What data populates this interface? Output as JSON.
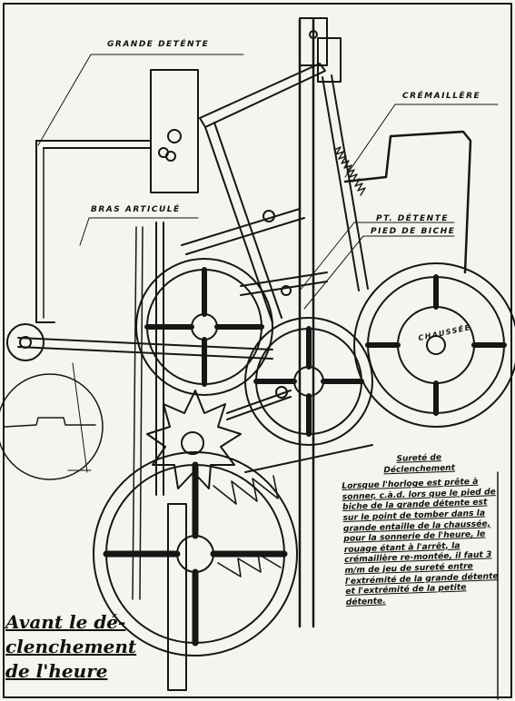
{
  "labels": {
    "grande_detente": "GRANDE DETÉNTE",
    "cremaillere": "CRÉMAILLÈRE",
    "bras_articule": "BRAS ARTICULÉ",
    "pt_detente": "PT. DÉTENTE",
    "pied_de_biche": "PIED DE BICHE",
    "chaussee": "CHAUSSÉE"
  },
  "note": {
    "title_line1": "Sureté de",
    "title_line2": "Déclenchement",
    "body": "Lorsque l'horloge est prête à sonner, c.à.d. lors que le pied de biche de la grande détente est sur le point de tomber dans la grande entaille de la chaussée, pour la sonnerie de l'heure, le rouage étant à l'arrêt, la crémaillère re-montée, il faut 3 m/m de jeu de sureté entre l'extrémité de la grande détente et l'extrémité de la petite détente."
  },
  "caption": {
    "line1": "Avant le dé-",
    "line2": "clenchement",
    "line3": "de l'heure"
  }
}
